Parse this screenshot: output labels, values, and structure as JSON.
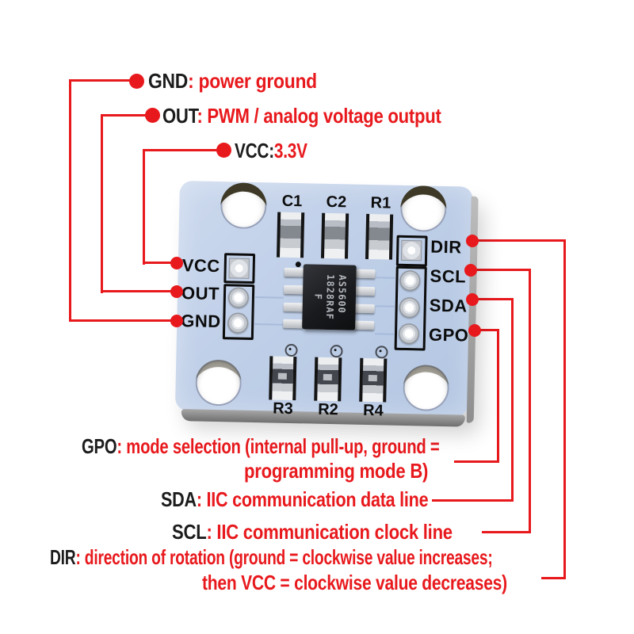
{
  "colors": {
    "annotation_red": "#e8191d",
    "annotation_black": "#1c1c1c",
    "pcb_blue": "#bfcfe8",
    "silkscreen_black": "#0c0c0c",
    "board_edge_gray": "#8a8a8a"
  },
  "annotations": {
    "top": [
      {
        "label": "GND",
        "desc": ": power ground"
      },
      {
        "label": "OUT",
        "desc": ": PWM / analog voltage output"
      },
      {
        "label": "VCC:",
        "desc": "3.3V"
      }
    ],
    "bottom": [
      {
        "label": "GPO",
        "desc": ": mode selection (internal pull-up, ground =",
        "desc2": "programming mode B)"
      },
      {
        "label": "SDA",
        "desc": ": IIC communication data line"
      },
      {
        "label": "SCL",
        "desc": ": IIC communication clock line"
      },
      {
        "label": "DIR",
        "desc": ": direction of rotation (ground = clockwise value increases;",
        "desc2": "then VCC = clockwise value decreases)"
      }
    ]
  },
  "pcb": {
    "left_pin_labels": [
      "VCC",
      "OUT",
      "GND"
    ],
    "right_pin_labels": [
      "DIR",
      "SCL",
      "SDA",
      "GPO"
    ],
    "top_component_labels": [
      "C1",
      "C2",
      "R1"
    ],
    "bottom_component_labels": [
      "R3",
      "R2",
      "R4"
    ],
    "chip_marking": [
      "AS5600",
      "1828RAF",
      "F"
    ]
  }
}
